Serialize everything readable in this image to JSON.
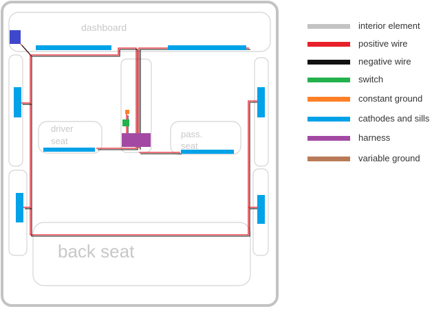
{
  "diagram": {
    "labels": {
      "dashboard": "dashboard",
      "driver_seat_line1": "driver",
      "driver_seat_line2": "seat",
      "pass_seat_line1": "pass.",
      "pass_seat_line2": "seat",
      "back_seat": "back seat"
    }
  },
  "legend": {
    "items": [
      {
        "label": "interior element",
        "color": "#c3c3c3"
      },
      {
        "label": "positive wire",
        "color": "#e8202a"
      },
      {
        "label": "negative wire",
        "color": "#111111"
      },
      {
        "label": "switch",
        "color": "#22b14c"
      },
      {
        "label": "constant ground",
        "color": "#ff7f27"
      },
      {
        "label": "cathodes and sills",
        "color": "#00a2e8"
      },
      {
        "label": "harness",
        "color": "#a349a4"
      },
      {
        "label": "variable ground",
        "color": "#b97a57"
      }
    ]
  },
  "colors": {
    "interior": "#c3c3c3",
    "car_outline": "#c3c3c3",
    "positive": "#e8202a",
    "negative": "#111111",
    "switch": "#22b14c",
    "constant_ground": "#ff7f27",
    "cathode": "#00a2e8",
    "harness": "#a349a4",
    "controller": "#3f48cc"
  }
}
